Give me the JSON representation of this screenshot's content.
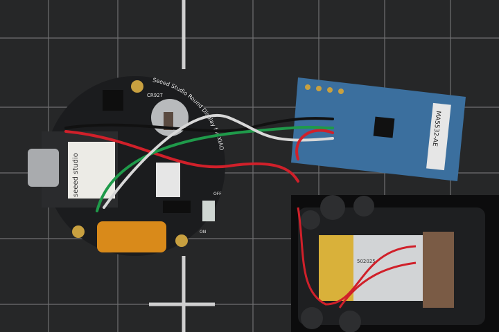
{
  "photo": {
    "board_silkscreen": "Seeed Studio Round Display for XIAO",
    "coin_cell_label": "CR927",
    "module_brand": "seeed studio",
    "switch_off_label": "OFF",
    "switch_on_label": "ON",
    "sensor_chip_label": "MA5532-AE",
    "battery_model": "502025"
  },
  "colors": {
    "mat": "#262728",
    "grid": "#8a8a8a",
    "pcb_black": "#1b1c1e",
    "pcb_blue": "#3b6f9e",
    "wire_red": "#d0202a",
    "wire_green": "#1f9a4a",
    "wire_white": "#d8d8d8",
    "flex_orange": "#d98a1a",
    "battery_silver": "#d2d4d6"
  }
}
